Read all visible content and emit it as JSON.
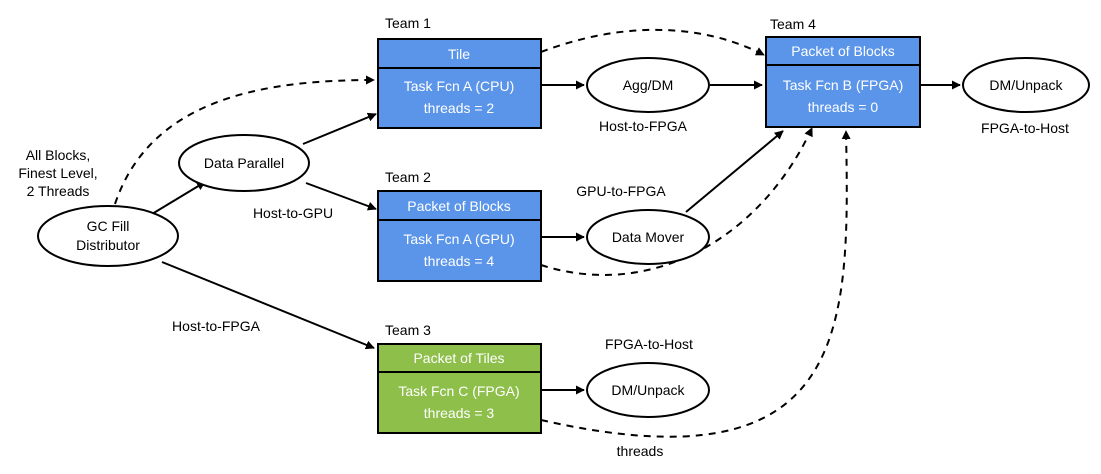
{
  "colors": {
    "blue": "#5b95ea",
    "green": "#8dbf4a",
    "stroke": "#000000",
    "text_on_box": "#ffffff"
  },
  "nodes": {
    "distributor": {
      "line1": "GC Fill",
      "line2": "Distributor"
    },
    "data_parallel": {
      "label": "Data Parallel"
    },
    "agg_dm": {
      "label": "Agg/DM"
    },
    "data_mover": {
      "label": "Data Mover"
    },
    "dm_unpack_team3": {
      "label": "DM/Unpack"
    },
    "dm_unpack_team4": {
      "label": "DM/Unpack"
    }
  },
  "teams": {
    "team1": {
      "title": "Team 1",
      "header": "Tile",
      "task": "Task Fcn A (CPU)",
      "threads": "threads = 2"
    },
    "team2": {
      "title": "Team 2",
      "header": "Packet of Blocks",
      "task": "Task Fcn A (GPU)",
      "threads": "threads = 4"
    },
    "team3": {
      "title": "Team 3",
      "header": "Packet of Tiles",
      "task": "Task Fcn C (FPGA)",
      "threads": "threads = 3"
    },
    "team4": {
      "title": "Team 4",
      "header": "Packet of Blocks",
      "task": "Task Fcn B (FPGA)",
      "threads": "threads = 0"
    }
  },
  "annotations": {
    "all_blocks": [
      "All Blocks,",
      "Finest Level,",
      "2 Threads"
    ],
    "host_to_gpu": "Host-to-GPU",
    "host_to_fpga_left": "Host-to-FPGA",
    "host_to_fpga_mid": "Host-to-FPGA",
    "gpu_to_fpga": "GPU-to-FPGA",
    "fpga_to_host_mid": "FPGA-to-Host",
    "fpga_to_host_right": "FPGA-to-Host",
    "threads_bottom": "threads"
  }
}
